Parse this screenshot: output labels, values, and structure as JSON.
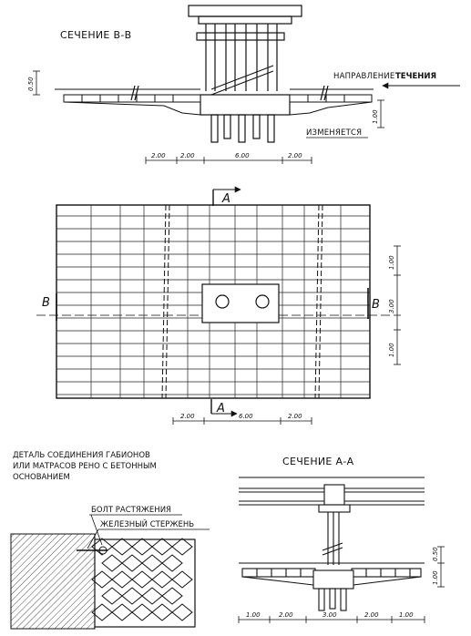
{
  "section_bb": {
    "title": "СЕЧЕНИЕ В-В",
    "flow_label": "НАПРАВЛЕНИЕ",
    "flow_label_bold": "ТЕЧЕНИЯ",
    "varies_label": "ИЗМЕНЯЕТСЯ",
    "dim_left": "0.50",
    "dim_right": "1.00",
    "dims_bottom": [
      "2.00",
      "2.00",
      "6.00",
      "2.00"
    ]
  },
  "plan": {
    "cut_top": "A",
    "cut_bottom": "A",
    "cut_left": "B",
    "cut_right": "B",
    "dims_right": [
      "1.00",
      "3.00",
      "1.00"
    ],
    "dims_bottom": [
      "2.00",
      "6.00",
      "2.00"
    ]
  },
  "detail": {
    "title_lines": [
      "ДЕТАЛЬ СОЕДИНЕНИЯ ГАБИОНОВ",
      "ИЛИ МАТРАСОВ РЕНО С БЕТОННЫМ",
      "ОСНОВАНИЕМ"
    ],
    "bolt_label": "БОЛТ РАСТЯЖЕНИЯ",
    "rod_label": "ЖЕЛЕЗНЫЙ СТЕРЖЕНЬ"
  },
  "section_aa": {
    "title": "СЕЧЕНИЕ А-А",
    "dim_right_top": "0.50",
    "dim_right_bottom": "1.00",
    "dims_bottom": [
      "1.00",
      "2.00",
      "3.00",
      "2.00",
      "1.00"
    ]
  }
}
